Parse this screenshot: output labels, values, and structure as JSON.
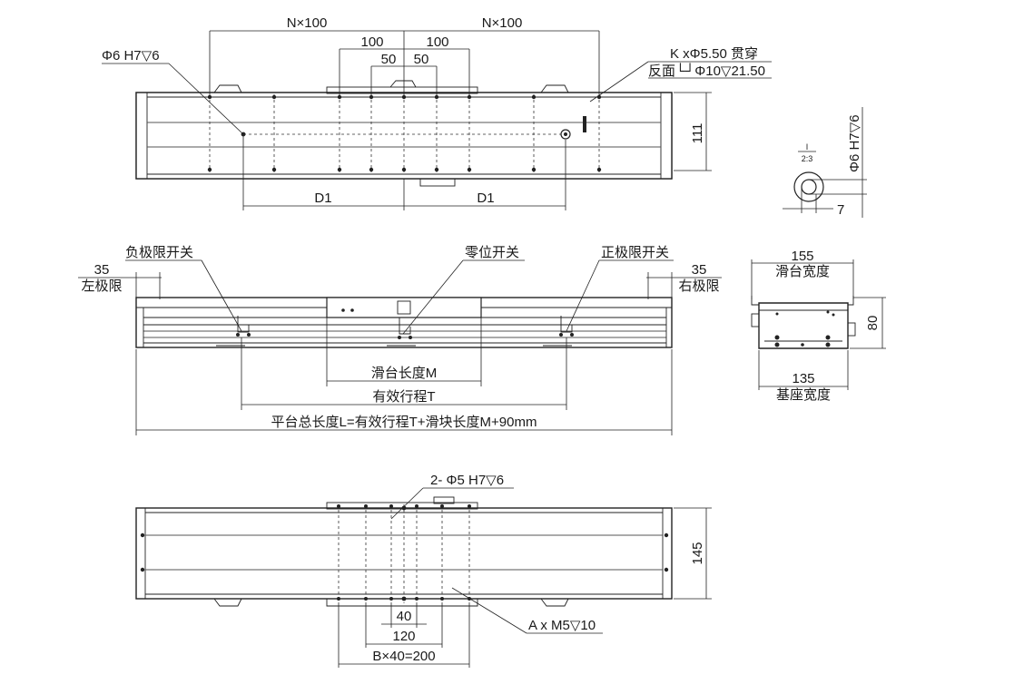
{
  "top_view": {
    "n_left": "N×100",
    "n_right": "N×100",
    "pitch_left": "100",
    "pitch_right": "100",
    "half_left": "50",
    "half_right": "50",
    "pin_hole": "Φ6 H7▽6",
    "through_hole": "K xΦ5.50 贯穿",
    "counterbore": "反面└┘Φ10▽21.50",
    "height_111": "111",
    "d1_left": "D1",
    "d1_right": "D1"
  },
  "detail": {
    "scale_num": "I",
    "scale": "2:3",
    "pin_label": "Φ6 H7▽6",
    "depth": "7"
  },
  "side_view": {
    "neg_limit_switch": "负极限开关",
    "zero_switch": "零位开关",
    "pos_limit_switch": "正极限开关",
    "left_35": "35",
    "left_limit": "左极限",
    "right_35": "35",
    "right_limit": "右极限",
    "slide_length": "滑台长度M",
    "effective_stroke": "有效行程T",
    "total_length": "平台总长度L=有效行程T+滑块长度M+90mm"
  },
  "end_view": {
    "top_155": "155",
    "slide_width": "滑台宽度",
    "height_80": "80",
    "bottom_135": "135",
    "base_width": "基座宽度"
  },
  "bottom_view": {
    "dowel": "2- Φ5 H7▽6",
    "height_145": "145",
    "pitch_40": "40",
    "span_120": "120",
    "holes": "B×40=200",
    "tapped": "A x M5▽10"
  }
}
